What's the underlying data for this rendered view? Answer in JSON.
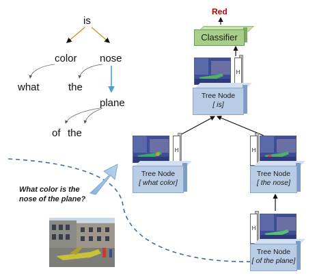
{
  "parse_tree": {
    "root": "is",
    "level1": [
      "color",
      "nose"
    ],
    "level2": [
      "what",
      "the",
      "plane"
    ],
    "level3": [
      "of",
      "the"
    ]
  },
  "question": {
    "line1": "What color is the",
    "line2": "nose of the plane?"
  },
  "answer": "Red",
  "classifier_label": "Classifier",
  "hidden_label": "H",
  "nodes": [
    {
      "title": "Tree Node",
      "phrase": "[ is]"
    },
    {
      "title": "Tree Node",
      "phrase": "[ what color]"
    },
    {
      "title": "Tree Node",
      "phrase": "[ the nose]"
    },
    {
      "title": "Tree Node",
      "phrase": "[ of the plane]"
    }
  ],
  "colors": {
    "tree_edge": "#c8930e",
    "highlight_edge": "#4a9fd6",
    "node_face": "#b9cce6",
    "classifier": "#a8cf8a",
    "answer": "#c00000",
    "dashed_path": "#3b6ea5"
  }
}
